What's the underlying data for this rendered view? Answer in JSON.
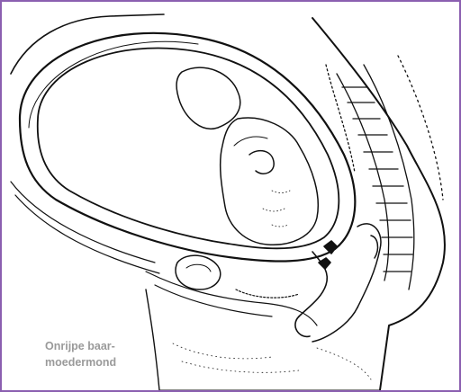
{
  "illustration": {
    "subject": "sagittal-section-pregnant-pelvis",
    "line_color": "#111111",
    "fill_color": "#ffffff",
    "border_color": "#8b5fb0"
  },
  "caption": {
    "line1": "Onrijpe baar-",
    "line2": "moedermond",
    "color": "#9a9a9a"
  }
}
